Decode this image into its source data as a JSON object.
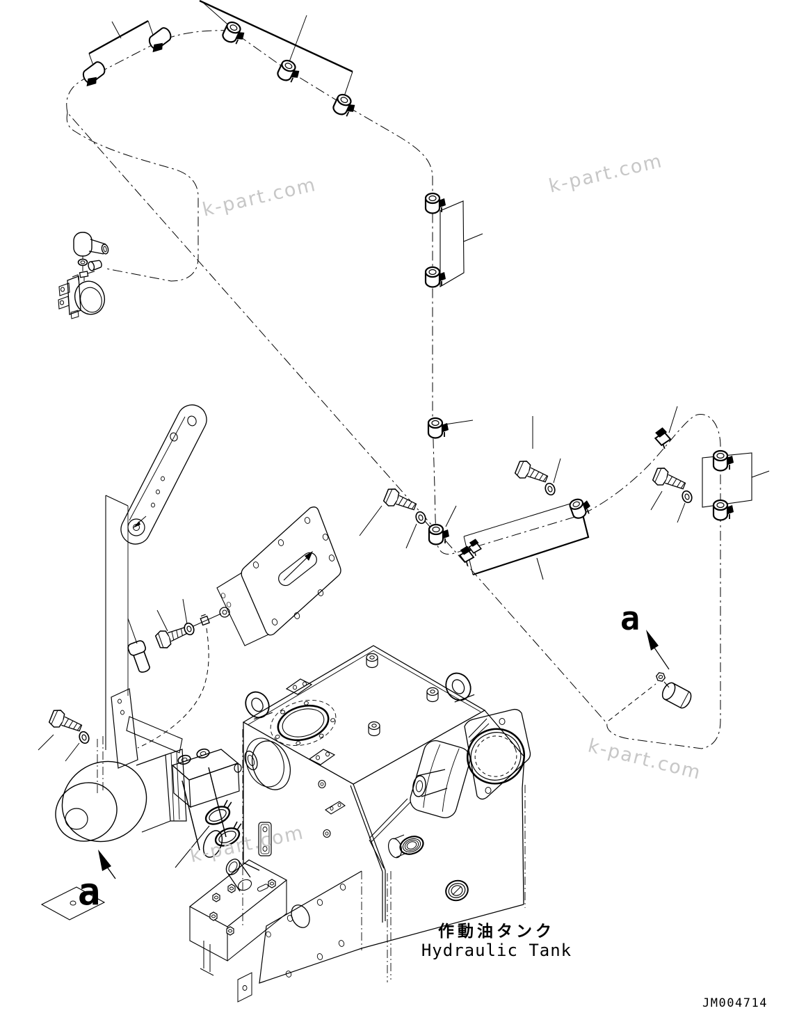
{
  "page": {
    "background": "#ffffff",
    "line_color": "#000000",
    "watermark_color": "#c7c7c7"
  },
  "labels": {
    "tank_label_jp": "作動油タンク",
    "tank_label_en": "Hydraulic Tank",
    "drawing_number": "JM004714",
    "detail_marker": "a",
    "watermark": "k-part.com"
  }
}
